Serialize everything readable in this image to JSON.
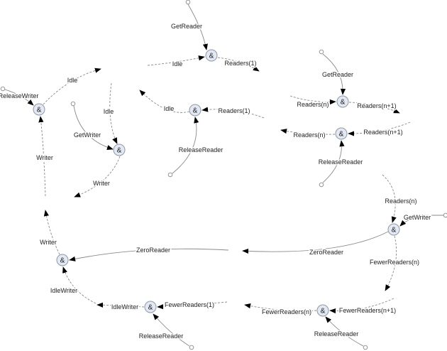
{
  "diagram": {
    "colors": {
      "node_fill": "#e3e9f3",
      "edge": "#8a8a8a",
      "arrow": "#000000"
    },
    "nodes": [
      {
        "symbol": "&",
        "edges": [
          {
            "label": "GetReader",
            "kind": "input"
          },
          {
            "label": "Idle",
            "kind": "message"
          },
          {
            "label": "Readers(1)",
            "kind": "message-out"
          }
        ]
      },
      {
        "symbol": "&",
        "edges": [
          {
            "label": "ReleaseWriter",
            "kind": "input"
          },
          {
            "label": "Writer",
            "kind": "message"
          },
          {
            "label": "Idle",
            "kind": "message-out"
          }
        ]
      },
      {
        "symbol": "&",
        "edges": [
          {
            "label": "GetWriter",
            "kind": "input"
          },
          {
            "label": "Idle",
            "kind": "message"
          },
          {
            "label": "Writer",
            "kind": "message-out"
          }
        ]
      },
      {
        "symbol": "&",
        "edges": [
          {
            "label": "Readers(1)",
            "kind": "message"
          },
          {
            "label": "ReleaseReader",
            "kind": "input"
          },
          {
            "label": "Idle",
            "kind": "message-out"
          }
        ]
      },
      {
        "symbol": "&",
        "edges": [
          {
            "label": "GetReader",
            "kind": "input"
          },
          {
            "label": "Readers(n)",
            "kind": "message"
          },
          {
            "label": "Readers(n+1)",
            "kind": "message-out"
          }
        ]
      },
      {
        "symbol": "&",
        "edges": [
          {
            "label": "Readers(n+1)",
            "kind": "message"
          },
          {
            "label": "ReleaseReader",
            "kind": "input"
          },
          {
            "label": "Readers(n)",
            "kind": "message-out"
          }
        ]
      },
      {
        "symbol": "&",
        "edges": [
          {
            "label": "Readers(n)",
            "kind": "message"
          },
          {
            "label": "GetWriter",
            "kind": "input"
          },
          {
            "label": "ZeroReader",
            "kind": "output-solid"
          },
          {
            "label": "FewerReaders(n)",
            "kind": "message-out"
          }
        ]
      },
      {
        "symbol": "&",
        "edges": [
          {
            "label": "ZeroReader",
            "kind": "input-solid"
          },
          {
            "label": "Writer",
            "kind": "message-out"
          },
          {
            "label": "IdleWriter",
            "kind": "message"
          }
        ]
      },
      {
        "symbol": "&",
        "edges": [
          {
            "label": "FewerReaders(1)",
            "kind": "message"
          },
          {
            "label": "ReleaseReader",
            "kind": "input"
          },
          {
            "label": "IdleWriter",
            "kind": "message-out"
          }
        ]
      },
      {
        "symbol": "&",
        "edges": [
          {
            "label": "FewerReaders(n+1)",
            "kind": "message"
          },
          {
            "label": "ReleaseReader",
            "kind": "input"
          },
          {
            "label": "FewerReaders(n)",
            "kind": "message-out"
          }
        ]
      }
    ]
  }
}
